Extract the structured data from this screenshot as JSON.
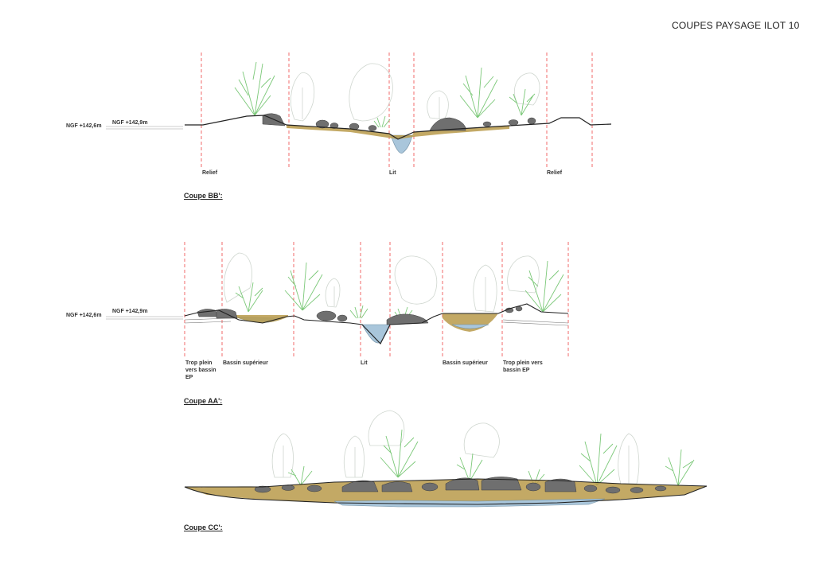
{
  "page": {
    "title": "COUPES PAYSAGE  ILOT 10"
  },
  "colors": {
    "guide_line": "#ee4444",
    "water": "#a9c6db",
    "soil": "#b99a4a",
    "rock": "#6f6f6f",
    "vegetation": "#7bc878",
    "tree_outline": "#cfd6cf"
  },
  "sections": [
    {
      "id": "bb",
      "title": "Coupe BB':",
      "ngf_left": "NGF +142,6m",
      "ngf_right": "NGF +142,9m",
      "labels": [
        "Relief",
        "Lit",
        "Relief"
      ]
    },
    {
      "id": "aa",
      "title": "Coupe AA':",
      "ngf_left": "NGF +142,6m",
      "ngf_right": "NGF +142,9m",
      "labels": [
        "Trop plein vers bassin EP",
        "Bassin supérieur",
        "Lit",
        "Bassin supérieur",
        "Trop plein vers bassin EP"
      ]
    },
    {
      "id": "cc",
      "title": "Coupe CC':",
      "labels": []
    }
  ]
}
